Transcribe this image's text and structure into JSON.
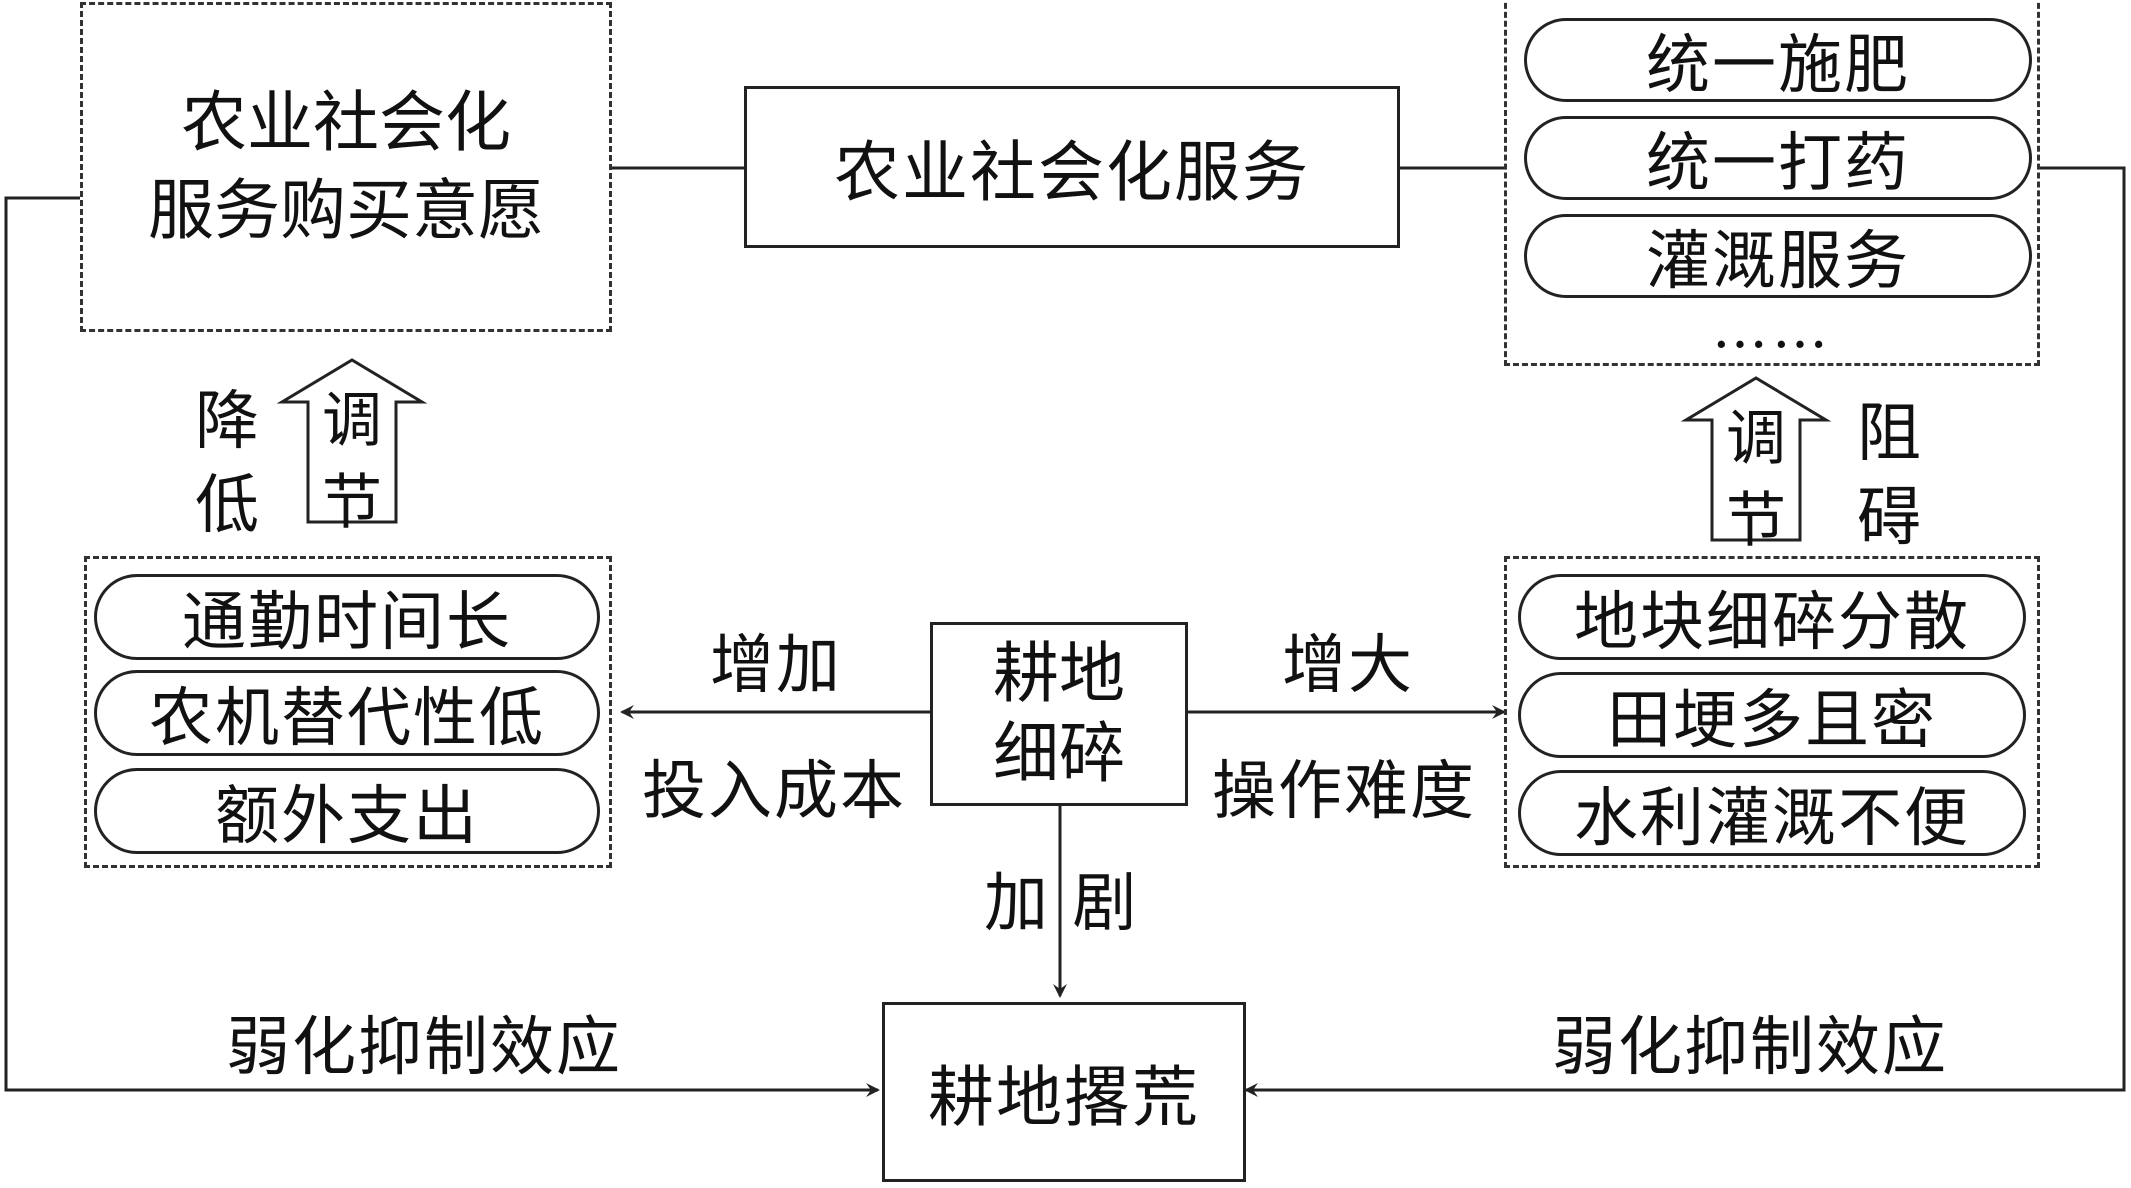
{
  "top_left_box": {
    "line1": "农业社会化",
    "line2": "服务购买意愿"
  },
  "top_center_box": "农业社会化服务",
  "top_right_box": {
    "items": [
      "统一施肥",
      "统一打药",
      "灌溉服务"
    ],
    "ellipsis": "……"
  },
  "left_arrow": {
    "side_label": [
      "降",
      "低"
    ],
    "arrow_label": [
      "调",
      "节"
    ]
  },
  "right_arrow": {
    "arrow_label": [
      "调",
      "节"
    ],
    "side_label": [
      "阻",
      "碍"
    ]
  },
  "left_mid_box": {
    "items": [
      "通勤时间长",
      "农机替代性低",
      "额外支出"
    ]
  },
  "center_box": {
    "line1": "耕地",
    "line2": "细碎"
  },
  "right_mid_box": {
    "items": [
      "地块细碎分散",
      "田埂多且密",
      "水利灌溉不便"
    ]
  },
  "left_edge_labels": {
    "top": "增加",
    "bottom": "投入成本"
  },
  "right_edge_labels": {
    "top": "增大",
    "bottom": "操作难度"
  },
  "down_edge_label": "加 剧",
  "bottom_box": "耕地撂荒",
  "left_bottom_label": "弱化抑制效应",
  "right_bottom_label": "弱化抑制效应"
}
